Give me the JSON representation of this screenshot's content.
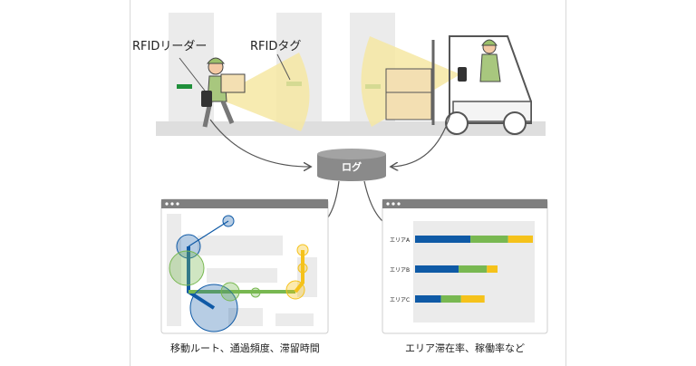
{
  "labels": {
    "rfid_reader": "RFIDリーダー",
    "rfid_tag": "RFIDタグ",
    "log": "ログ",
    "left_caption": "移動ルート、通過頻度、滞留時間",
    "right_caption": "エリア滞在率、稼働率など"
  },
  "chart_data": {
    "type": "bar",
    "categories": [
      "エリアA",
      "エリアB",
      "エリアC"
    ],
    "series": [
      {
        "color": "#0f5aa6",
        "values": [
          0.47,
          0.37,
          0.22
        ]
      },
      {
        "color": "#78b851",
        "values": [
          0.32,
          0.24,
          0.17
        ]
      },
      {
        "color": "#f5c21b",
        "values": [
          0.21,
          0.09,
          0.2
        ]
      }
    ],
    "xlim": [
      0,
      1
    ]
  },
  "colors": {
    "blue": "#0f5aa6",
    "green": "#78b851",
    "yellow": "#f5c21b",
    "log_gray": "#8a8a8a",
    "window_bar": "#7f7f7f"
  }
}
